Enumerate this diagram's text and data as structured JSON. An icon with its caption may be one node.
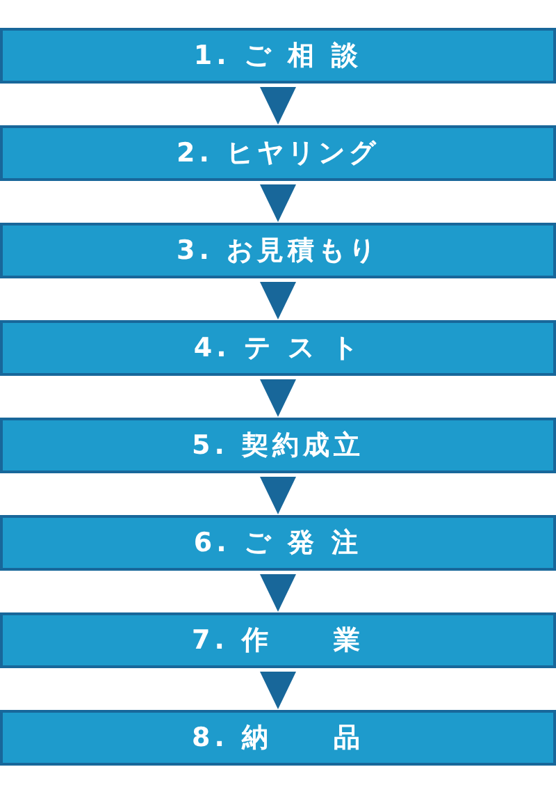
{
  "diagram": {
    "nodes": [
      {
        "text": [
          "1. ご 相 談"
        ]
      },
      {
        "text": [
          "2. ヒヤリング"
        ]
      },
      {
        "text": [
          "3. お見積もり"
        ]
      },
      {
        "text": [
          "4. テ ス ト"
        ]
      },
      {
        "text": [
          "5. 契約成立"
        ]
      },
      {
        "text": [
          "6. ご 発 注"
        ]
      },
      {
        "text": [
          "7. 作　　業"
        ]
      },
      {
        "text": [
          "8. 納　　品"
        ]
      }
    ],
    "edges": [
      {
        "from": 0,
        "to": 1,
        "arrow": "to"
      },
      {
        "from": 1,
        "to": 2,
        "arrow": "to"
      },
      {
        "from": 2,
        "to": 3,
        "arrow": "to"
      },
      {
        "from": 3,
        "to": 4,
        "arrow": "to"
      },
      {
        "from": 4,
        "to": 5,
        "arrow": "to"
      },
      {
        "from": 5,
        "to": 6,
        "arrow": "to"
      },
      {
        "from": 6,
        "to": 7,
        "arrow": "to"
      }
    ]
  }
}
